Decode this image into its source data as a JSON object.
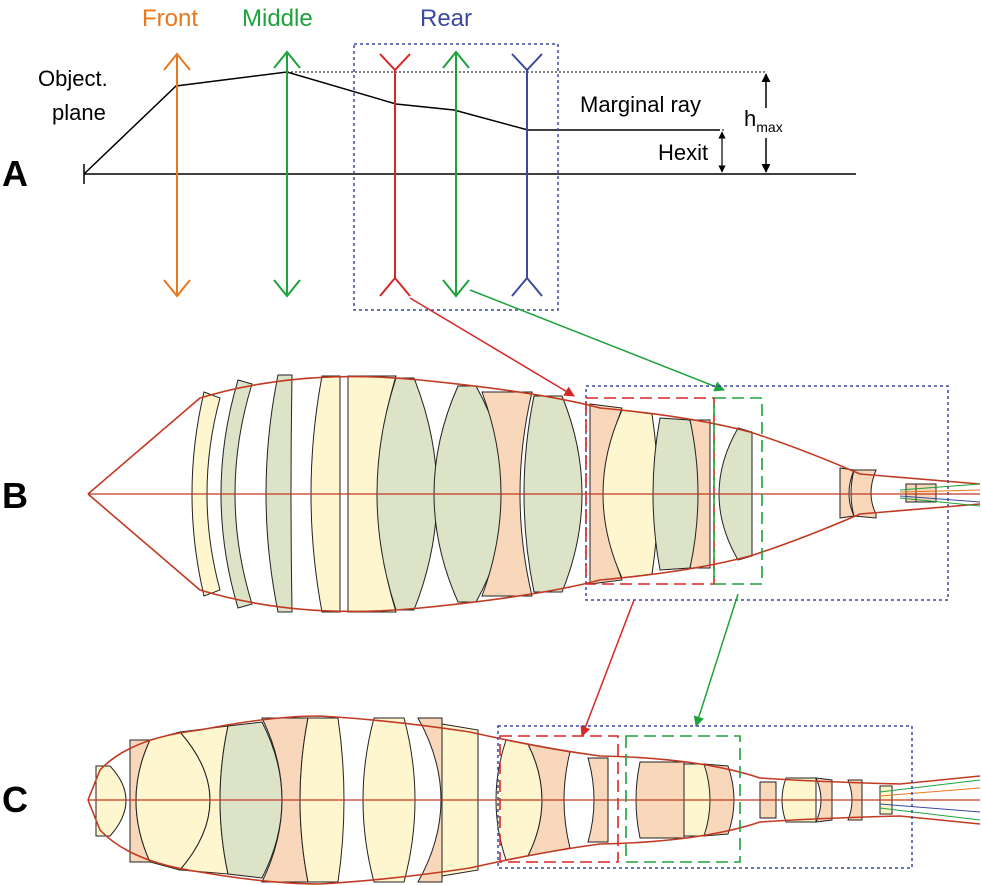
{
  "panels": {
    "a": "A",
    "b": "B",
    "c": "C"
  },
  "groups": {
    "front": {
      "label": "Front",
      "color": "#e8781e"
    },
    "middle": {
      "label": "Middle",
      "color": "#1ea23c"
    },
    "rear": {
      "label": "Rear",
      "color": "#3a4aa0"
    }
  },
  "labels": {
    "object_line1": "Object.",
    "object_line2": "plane",
    "marginal_ray": "Marginal ray",
    "h": "h",
    "h_sub": "max",
    "hexit": "Hexit"
  },
  "colors": {
    "ray": "#c23a22",
    "red_arrow": "#d92626",
    "green_arrow": "#1ea23c",
    "box_blue": "#3a4aa0",
    "glass_yellow": "#fdf6cf",
    "glass_green": "#dce3c7",
    "glass_orange": "#f8d7bb"
  }
}
